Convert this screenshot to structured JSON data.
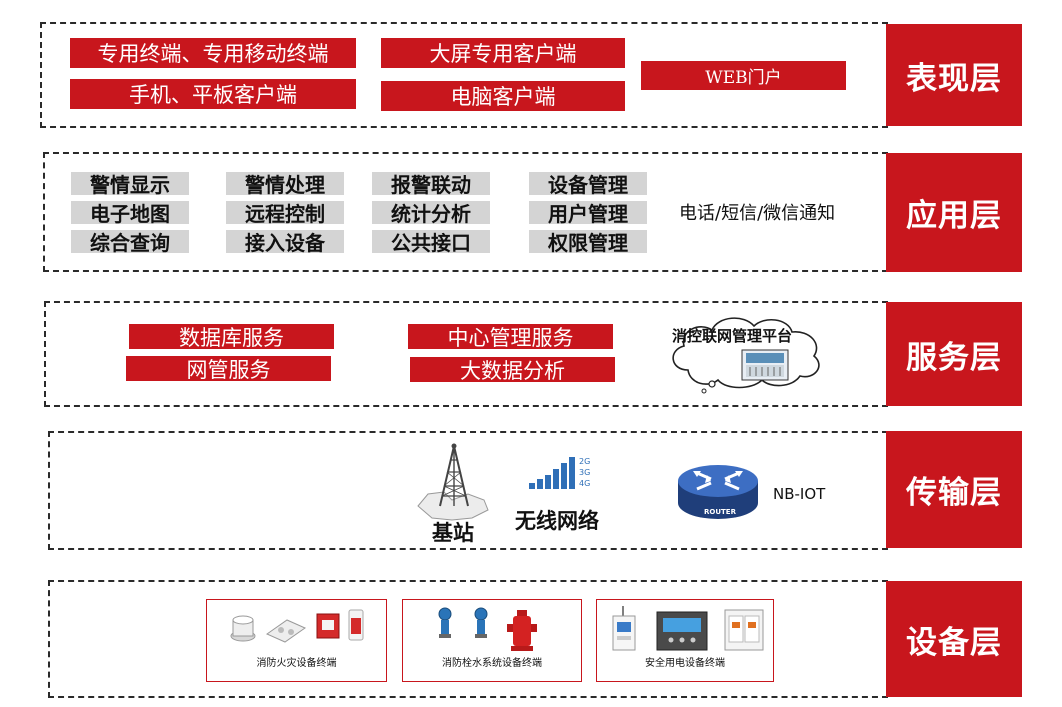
{
  "layers": {
    "presentation": {
      "tag": "表现层",
      "items": [
        "专用终端、专用移动终端",
        "手机、平板客户端",
        "大屏专用客户端",
        "电脑客户端",
        "WEB门户"
      ]
    },
    "application": {
      "tag": "应用层",
      "items": [
        "警情显示",
        "警情处理",
        "报警联动",
        "设备管理",
        "电子地图",
        "远程控制",
        "统计分析",
        "用户管理",
        "综合查询",
        "接入设备",
        "公共接口",
        "权限管理"
      ],
      "notify": "电话/短信/微信通知"
    },
    "service": {
      "tag": "服务层",
      "items": [
        "数据库服务",
        "网管服务",
        "中心管理服务",
        "大数据分析"
      ],
      "platform": "消控联网管理平台"
    },
    "transport": {
      "tag": "传输层",
      "base_station": "基站",
      "wireless": "无线网络",
      "signal_labels": [
        "2G",
        "3G",
        "4G"
      ],
      "router_label": "ROUTER",
      "nbiot": "NB-IOT"
    },
    "device": {
      "tag": "设备层",
      "groups": [
        "消防火灾设备终端",
        "消防栓水系统设备终端",
        "安全用电设备终端"
      ]
    }
  },
  "colors": {
    "accent": "#c8161d",
    "gray_box": "#d4d4d4"
  }
}
